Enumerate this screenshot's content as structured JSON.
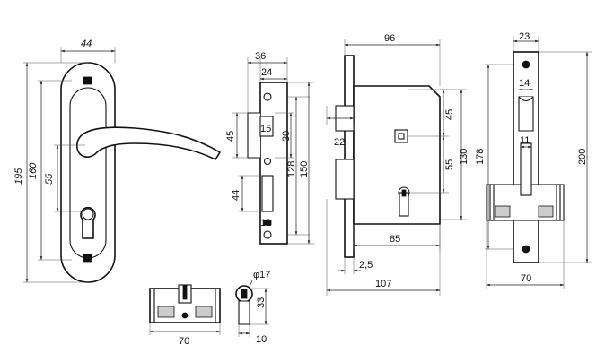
{
  "dimensions": {
    "handle": {
      "width": "44",
      "height_total": "195",
      "height_mid": "160",
      "height_axis": "55"
    },
    "faceplate": {
      "width_outer": "36",
      "width_inner": "24",
      "top_offset": "45",
      "latch_height": "15",
      "latch_gap": "30",
      "height_mid": "128",
      "height_total": "150",
      "bolt_height": "44",
      "bottom_slot": "12"
    },
    "lock_body": {
      "width_total": "96",
      "height_top": "45",
      "height_axis": "55",
      "height_total": "130",
      "backset": "22",
      "width_inner": "85",
      "plate_thickness": "2,5",
      "width_outer": "107"
    },
    "strike_plate": {
      "width": "23",
      "hole": "14",
      "slot": "11",
      "height_mid": "178",
      "height_total": "200",
      "cylinder_width": "70"
    },
    "cylinder": {
      "length": "70",
      "diameter": "φ17",
      "height": "33",
      "cam": "10"
    }
  }
}
